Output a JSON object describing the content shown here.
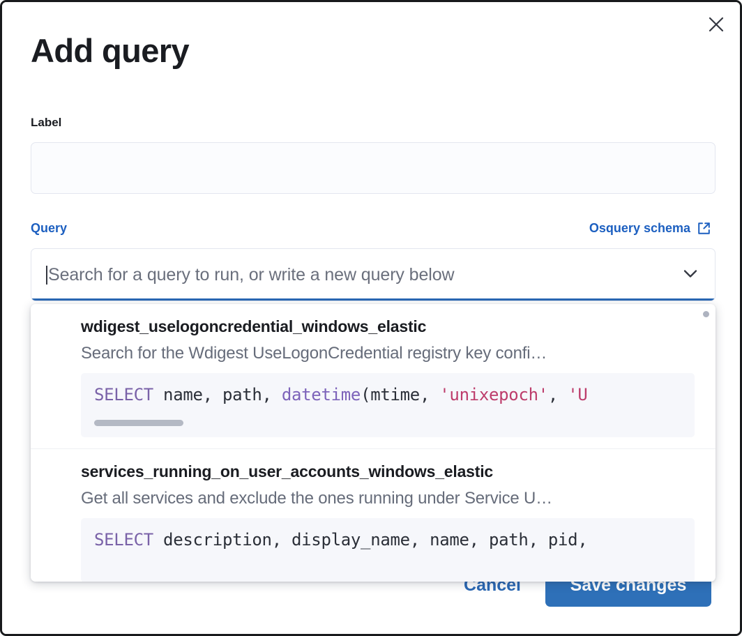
{
  "modal": {
    "title": "Add query",
    "close_icon": "close-icon"
  },
  "label_field": {
    "label": "Label",
    "value": "",
    "placeholder": ""
  },
  "query_field": {
    "label": "Query",
    "schema_link": "Osquery schema",
    "schema_link_icon": "external-link-icon",
    "placeholder": "Search for a query to run, or write a new query below",
    "value": "",
    "chevron_icon": "chevron-down-icon"
  },
  "dropdown": {
    "items": [
      {
        "title": "wdigest_uselogoncredential_windows_elastic",
        "description": "Search for the Wdigest UseLogonCredential registry key confi…",
        "code_tokens": [
          {
            "text": "SELECT",
            "type": "keyword"
          },
          {
            "text": " name, path, ",
            "type": "plain"
          },
          {
            "text": "datetime",
            "type": "function"
          },
          {
            "text": "(mtime, ",
            "type": "plain"
          },
          {
            "text": "'unixepoch'",
            "type": "string"
          },
          {
            "text": ", ",
            "type": "plain"
          },
          {
            "text": "'U",
            "type": "string"
          }
        ],
        "has_code_scrollbar": true
      },
      {
        "title": "services_running_on_user_accounts_windows_elastic",
        "description": "Get all services and exclude the ones running under Service U…",
        "code_tokens": [
          {
            "text": "SELECT",
            "type": "keyword"
          },
          {
            "text": " description, display_name, name, path, pid,",
            "type": "plain"
          }
        ],
        "has_code_scrollbar": false
      }
    ]
  },
  "actions": {
    "cancel_label": "Cancel",
    "save_label": "Save changes"
  },
  "colors": {
    "accent_blue": "#2a68b4",
    "link_blue": "#1c5fc0",
    "save_button": "#2e70b8",
    "text_dark": "#1a1c21",
    "text_muted": "#666c7a",
    "code_background": "#f6f7fb",
    "sql_keyword": "#7a62a8",
    "sql_function": "#7d63ba",
    "sql_string": "#bd3c6b"
  }
}
